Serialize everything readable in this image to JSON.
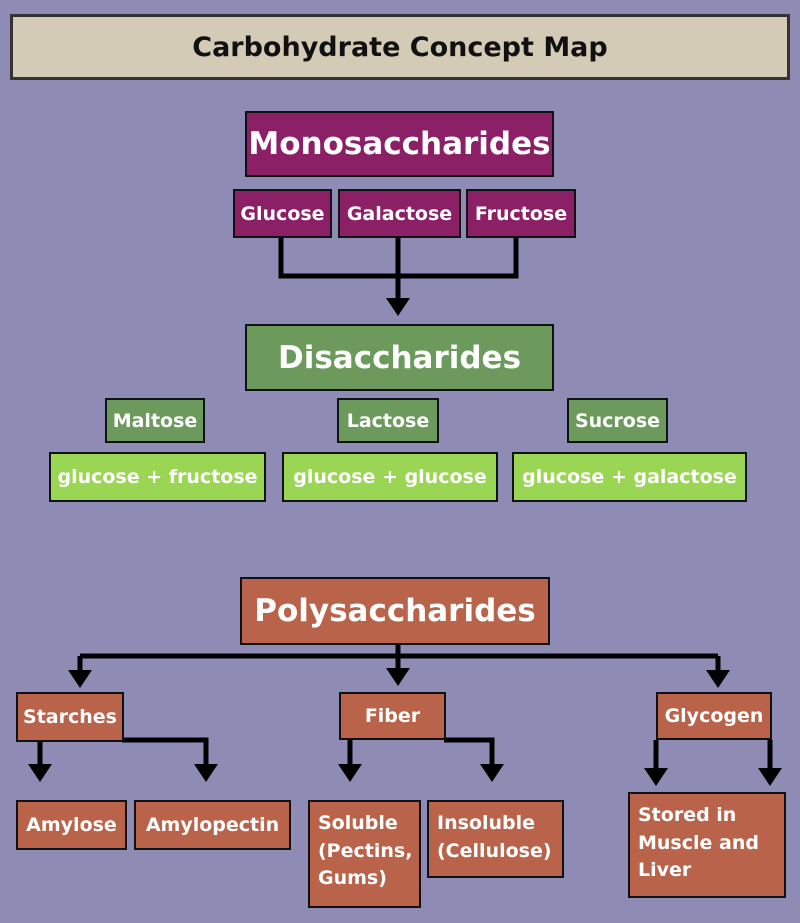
{
  "title": "Carbohydrate Concept Map",
  "monosaccharides": {
    "heading": "Monosaccharides",
    "items": [
      "Glucose",
      "Galactose",
      "Fructose"
    ]
  },
  "disaccharides": {
    "heading": "Disaccharides",
    "items": [
      {
        "name": "Maltose",
        "composition": "glucose + fructose"
      },
      {
        "name": "Lactose",
        "composition": "glucose + glucose"
      },
      {
        "name": "Sucrose",
        "composition": "glucose + galactose"
      }
    ]
  },
  "polysaccharides": {
    "heading": "Polysaccharides",
    "groups": [
      {
        "name": "Starches",
        "children": [
          "Amylose",
          "Amylopectin"
        ]
      },
      {
        "name": "Fiber",
        "children": [
          "Soluble (Pectins, Gums)",
          "Insoluble (Cellulose)"
        ]
      },
      {
        "name": "Glycogen",
        "children": [
          "Stored in Muscle and Liver"
        ]
      }
    ]
  },
  "colors": {
    "background": "#8e8cb4",
    "monosaccharides": "#8b2067",
    "disaccharides": "#6b9a5c",
    "disaccharide_composition": "#9ad553",
    "polysaccharides": "#b8634a",
    "title_bar": "#d4cbb7"
  }
}
